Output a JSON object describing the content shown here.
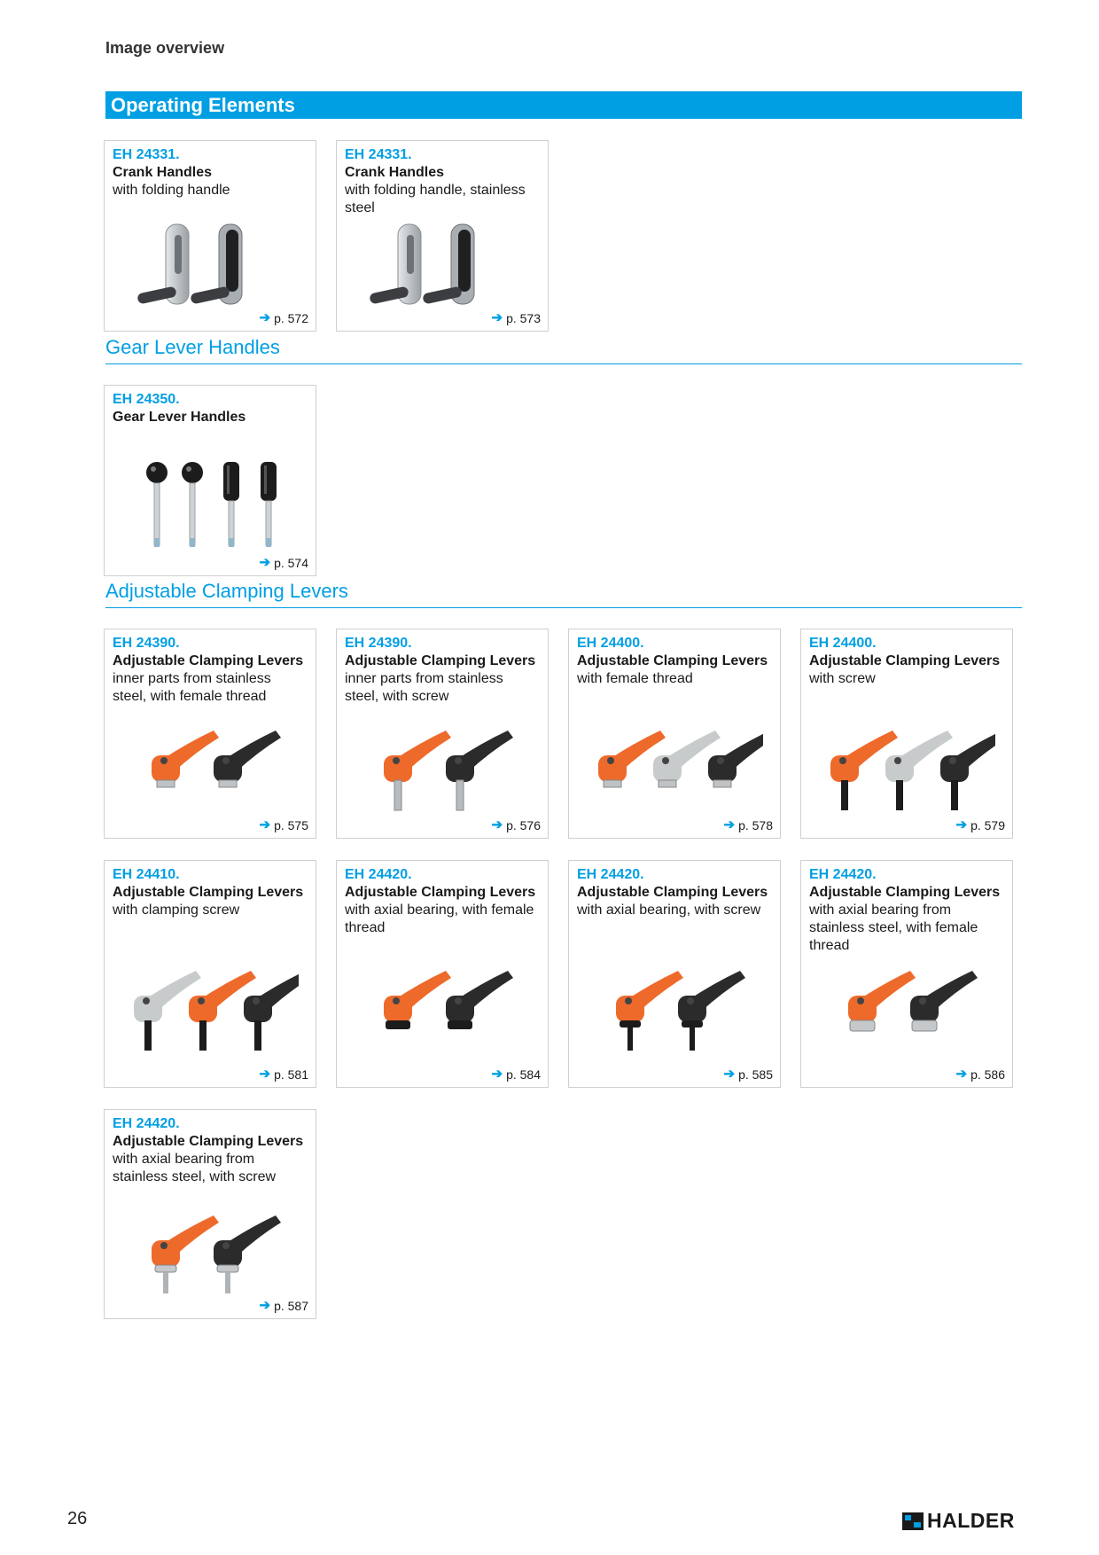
{
  "header": {
    "title": "Image overview"
  },
  "section": {
    "title": "Operating Elements"
  },
  "subsections": [
    {
      "title": "Gear Lever Handles"
    },
    {
      "title": "Adjustable Clamping Levers"
    }
  ],
  "cards": [
    {
      "code": "EH 24331.",
      "title": "Crank Handles",
      "desc": "with folding handle",
      "page": "p. 572",
      "image": "crank-handles-image"
    },
    {
      "code": "EH 24331.",
      "title": "Crank Handles",
      "desc": "with folding handle, stainless steel",
      "page": "p. 573",
      "image": "crank-handles-stainless-image"
    },
    {
      "code": "EH 24350.",
      "title": "Gear Lever Handles",
      "desc": "",
      "page": "p. 574",
      "image": "gear-lever-handles-image"
    },
    {
      "code": "EH 24390.",
      "title": "Adjustable Clamping Levers",
      "desc": "inner parts from stainless steel, with female thread",
      "page": "p. 575",
      "image": "clamping-lever-image"
    },
    {
      "code": "EH 24390.",
      "title": "Adjustable Clamping Levers",
      "desc": "inner parts from stainless steel, with screw",
      "page": "p. 576",
      "image": "clamping-lever-image"
    },
    {
      "code": "EH 24400.",
      "title": "Adjustable Clamping Levers",
      "desc": "with female thread",
      "page": "p. 578",
      "image": "clamping-lever-image"
    },
    {
      "code": "EH 24400.",
      "title": "Adjustable Clamping Levers",
      "desc": "with screw",
      "page": "p. 579",
      "image": "clamping-lever-image"
    },
    {
      "code": "EH 24410.",
      "title": "Adjustable Clamping Levers",
      "desc": "with clamping screw",
      "page": "p. 581",
      "image": "clamping-lever-image"
    },
    {
      "code": "EH 24420.",
      "title": "Adjustable Clamping Levers",
      "desc": "with axial bearing, with female thread",
      "page": "p. 584",
      "image": "clamping-lever-image"
    },
    {
      "code": "EH 24420.",
      "title": "Adjustable Clamping Levers",
      "desc": "with axial bearing, with screw",
      "page": "p. 585",
      "image": "clamping-lever-image"
    },
    {
      "code": "EH 24420.",
      "title": "Adjustable Clamping Levers",
      "desc": "with axial bearing from stainless steel, with female thread",
      "page": "p. 586",
      "image": "clamping-lever-image"
    },
    {
      "code": "EH 24420.",
      "title": "Adjustable Clamping Levers",
      "desc": "with axial bearing from stainless steel, with screw",
      "page": "p. 587",
      "image": "clamping-lever-image"
    }
  ],
  "footer": {
    "page_number": "26",
    "logo": "HALDER"
  },
  "colors": {
    "accent": "#009fe3",
    "orange": "#ee6a2b",
    "black": "#2b2b2b",
    "grey": "#c8cbcc"
  }
}
